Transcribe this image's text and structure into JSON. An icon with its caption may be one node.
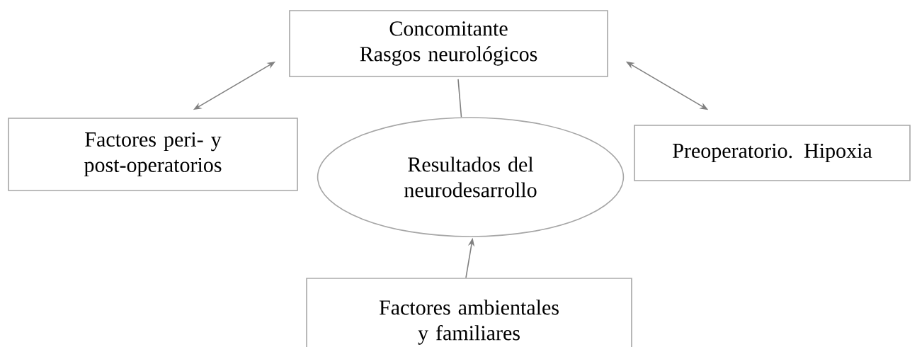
{
  "diagram": {
    "nodes": [
      {
        "text": [
          "Concomitante",
          "Rasgos neurológicos"
        ]
      },
      {
        "text": [
          "Factores peri- y post-operatorios"
        ]
      },
      {
        "text": [
          "Resultados del neurodesarrollo"
        ]
      },
      {
        "text": [
          "Preoperatorio. Hipoxia"
        ]
      },
      {
        "text": [
          "Factores ambientales y familiares"
        ]
      }
    ],
    "edges": [
      {
        "from": 1,
        "to": 0,
        "arrow": "both"
      },
      {
        "from": 0,
        "to": 3,
        "arrow": "both"
      },
      {
        "from": 0,
        "to": 2,
        "arrow": "none"
      },
      {
        "from": 4,
        "to": 2,
        "arrow": "to"
      }
    ]
  }
}
